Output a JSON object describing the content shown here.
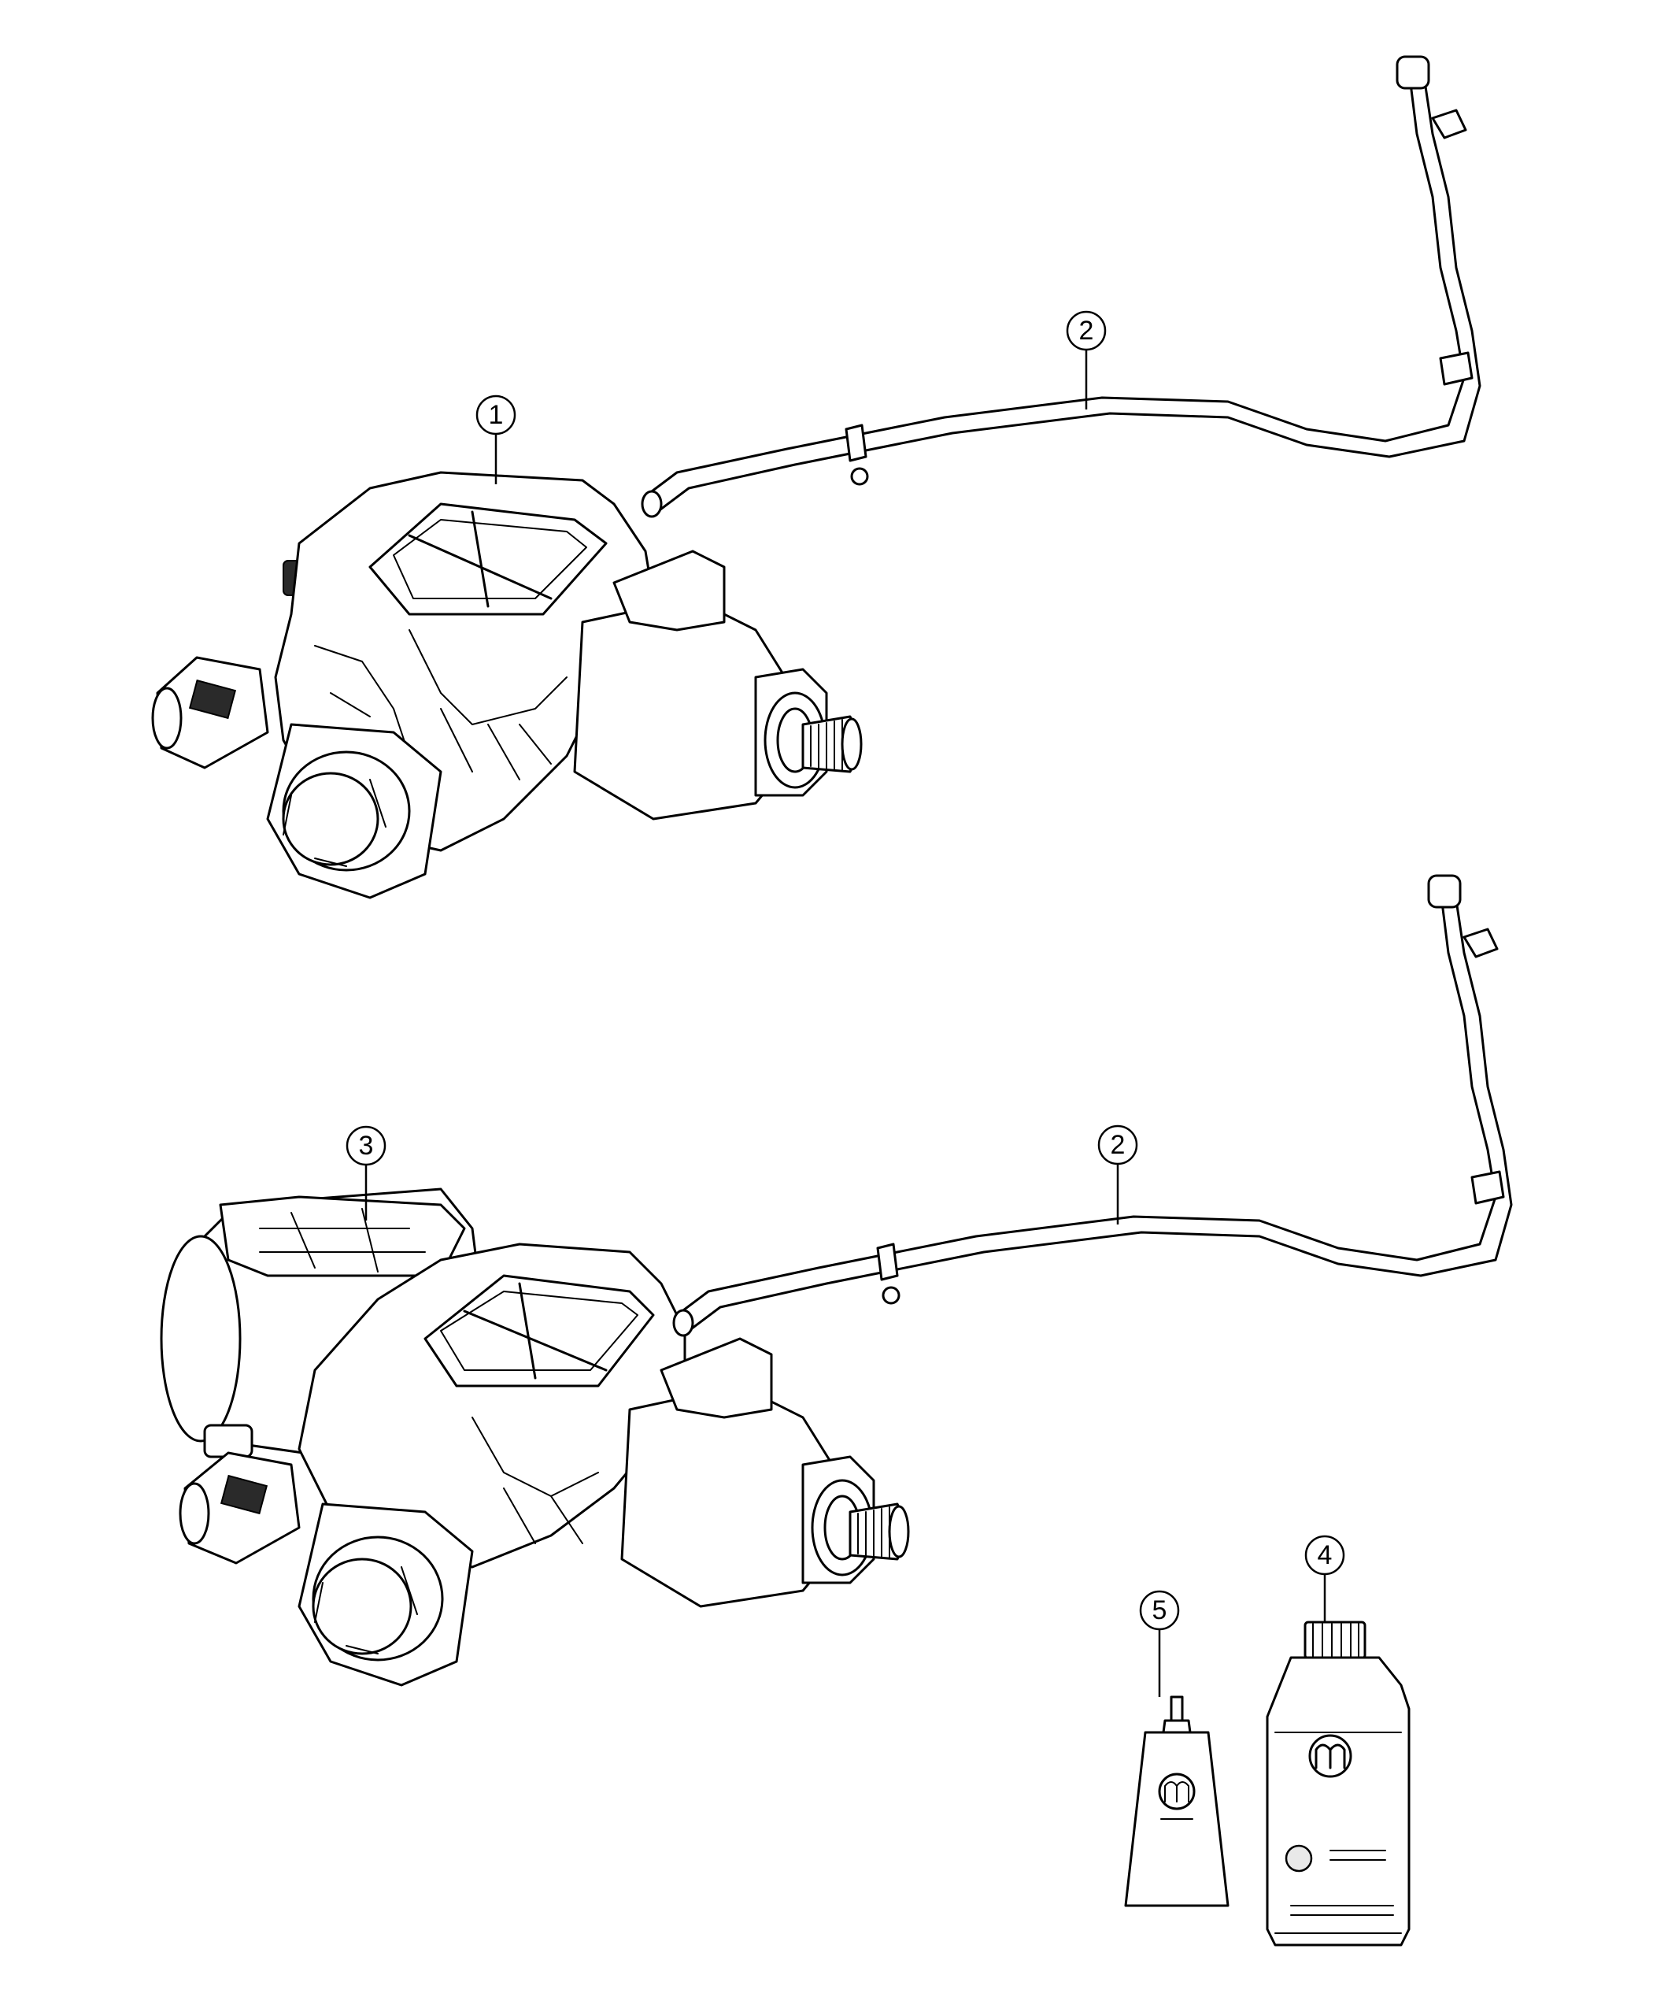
{
  "callouts": [
    {
      "id": "c1",
      "label": "1"
    },
    {
      "id": "c2a",
      "label": "2"
    },
    {
      "id": "c3",
      "label": "3"
    },
    {
      "id": "c2b",
      "label": "2"
    },
    {
      "id": "c4",
      "label": "4"
    },
    {
      "id": "c5",
      "label": "5"
    }
  ],
  "parts": {
    "p1": "transfer-case-assembly",
    "p2": "vent-tube",
    "p3": "transfer-case-assembly-with-motor",
    "p4": "fluid-bottle",
    "p5": "sealant-tube"
  }
}
